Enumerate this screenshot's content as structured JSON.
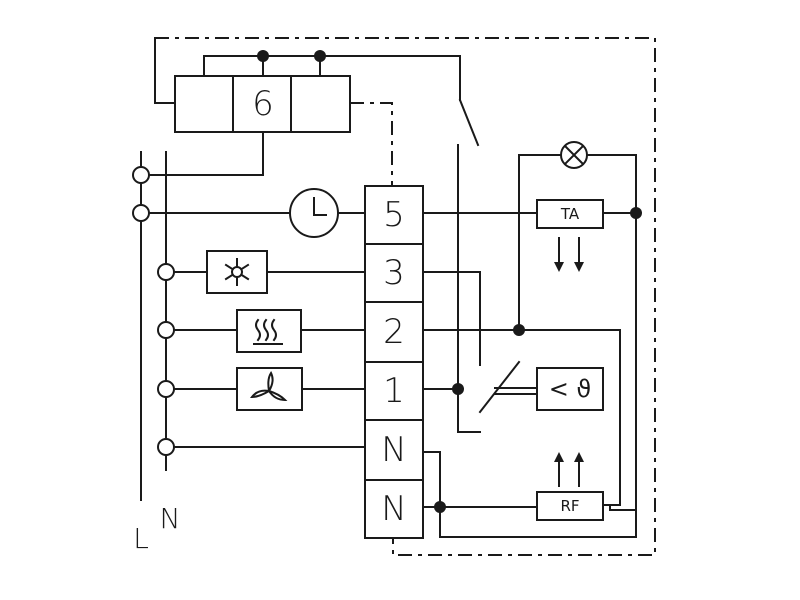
{
  "rails": {
    "line": "L",
    "neutral": "N"
  },
  "relay_label": "6",
  "terminals": [
    {
      "id": "5",
      "label": "5"
    },
    {
      "id": "3",
      "label": "3"
    },
    {
      "id": "2",
      "label": "2"
    },
    {
      "id": "1",
      "label": "1"
    },
    {
      "id": "N1",
      "label": "N"
    },
    {
      "id": "N2",
      "label": "N"
    }
  ],
  "components": {
    "ta": "TA",
    "rf": "RF",
    "sensor_symbol": "< ϑ"
  },
  "icons": {
    "clock": "clock-icon",
    "cooling": "snowflake-icon",
    "heating": "heating-icon",
    "fan": "fan-icon",
    "lamp": "lamp-icon"
  }
}
